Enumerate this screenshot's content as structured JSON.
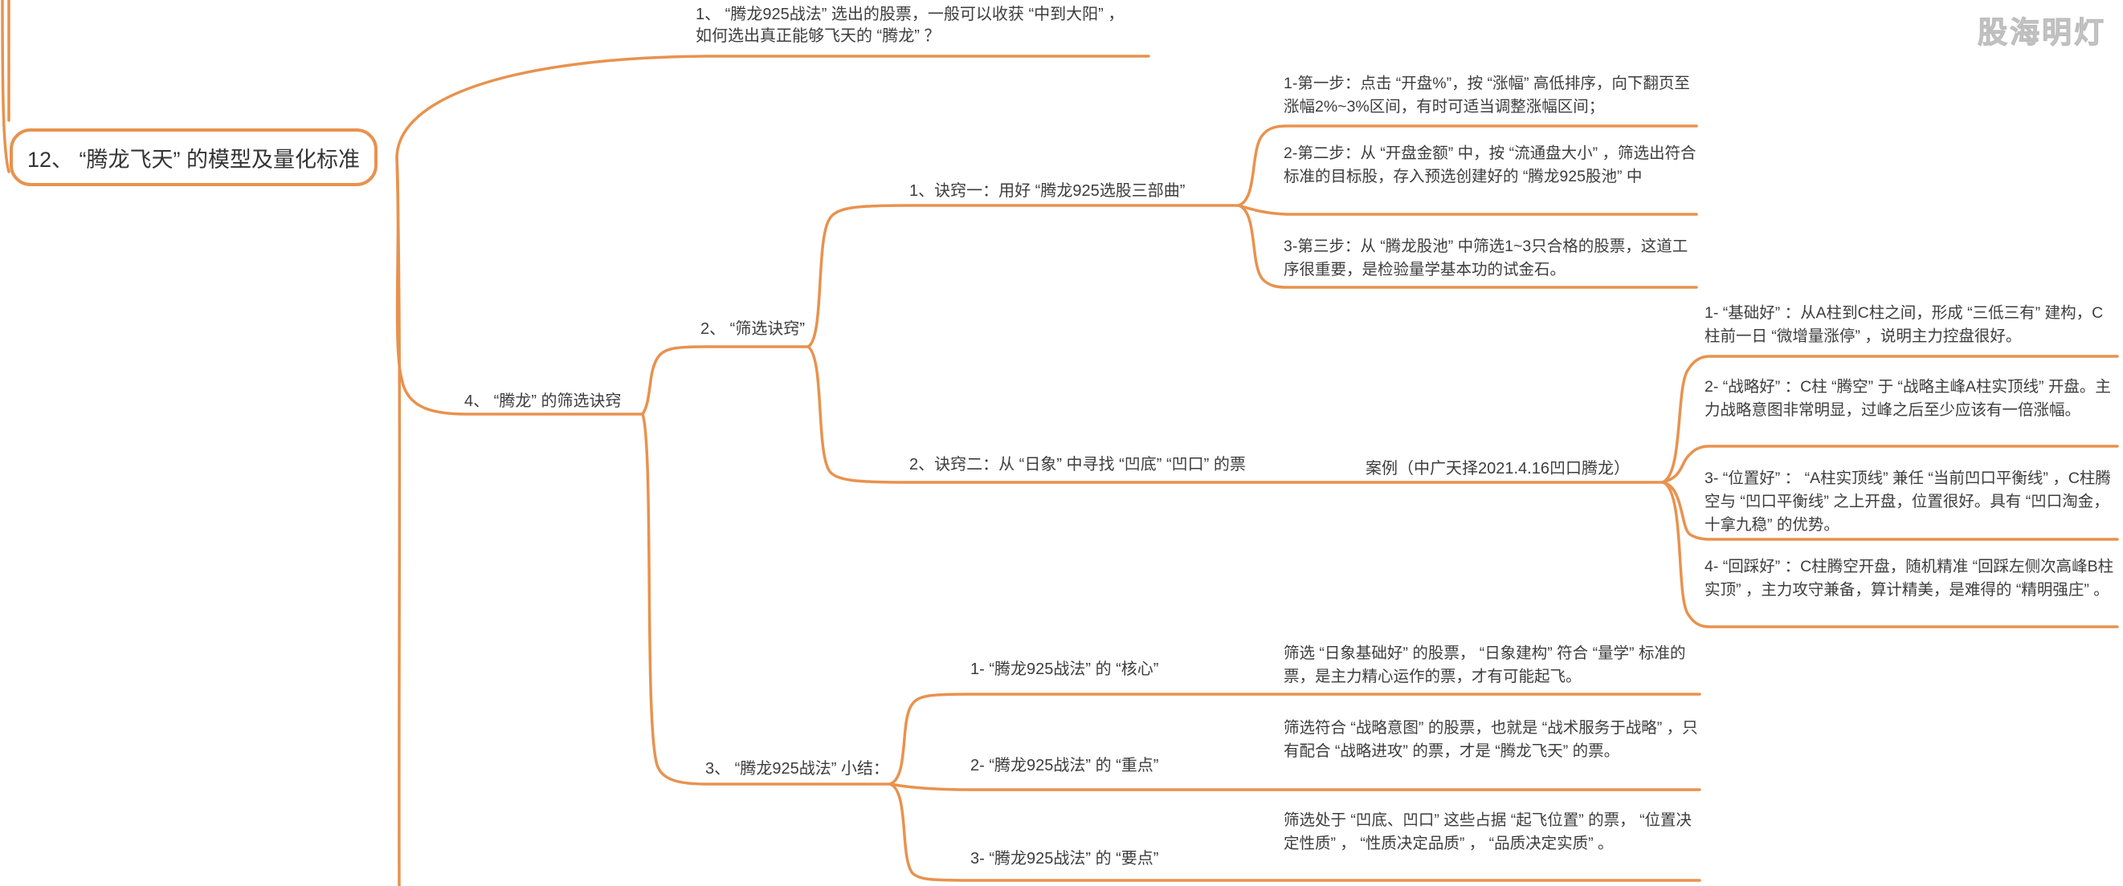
{
  "watermark": "股海明灯",
  "colors": {
    "branch": "#E8924E",
    "text": "#3D3D3D",
    "watermark": "#CFCFCF"
  },
  "root": {
    "label": "12、 “腾龙飞天” 的模型及量化标准"
  },
  "branches": {
    "question": {
      "text": "1、 “腾龙925战法” 选出的股票，一般可以收获 “中到大阳” ，如何选出真正能够飞天的 “腾龙” ？"
    },
    "node4": {
      "label": "4、 “腾龙” 的筛选诀窍"
    },
    "filter": {
      "label": "2、 “筛选诀窍”"
    },
    "tip1": {
      "label": "1、诀窍一：用好 “腾龙925选股三部曲”",
      "steps": [
        {
          "text": "1-第一步：点击 “开盘%”，按 “涨幅” 高低排序，向下翻页至涨幅2%~3%区间，有时可适当调整涨幅区间；"
        },
        {
          "text": "2-第二步：从 “开盘金额” 中，按 “流通盘大小” ，筛选出符合标准的目标股，存入预选创建好的 “腾龙925股池” 中"
        },
        {
          "text": "3-第三步：从 “腾龙股池” 中筛选1~3只合格的股票，这道工序很重要，是检验量学基本功的试金石。"
        }
      ]
    },
    "tip2": {
      "label": "2、诀窍二：从 “日象” 中寻找 “凹底” “凹口” 的票",
      "case": "案例（中广天择2021.4.16凹口腾龙）",
      "points": [
        {
          "text": "1- “基础好” ：从A柱到C柱之间，形成 “三低三有” 建构，C柱前一日 “微增量涨停” ，说明主力控盘很好。"
        },
        {
          "text": "2- “战略好” ：C柱 “腾空” 于 “战略主峰A柱实顶线” 开盘。主力战略意图非常明显，过峰之后至少应该有一倍涨幅。"
        },
        {
          "text": "3- “位置好” ： “A柱实顶线” 兼任 “当前凹口平衡线” ，C柱腾空与 “凹口平衡线” 之上开盘，位置很好。具有 “凹口淘金，十拿九稳” 的优势。"
        },
        {
          "text": "4- “回踩好” ：C柱腾空开盘，随机精准 “回踩左侧次高峰B柱实顶” ，主力攻守兼备，算计精美，是难得的 “精明强庄” 。"
        }
      ]
    },
    "summary": {
      "label": "3、 “腾龙925战法” 小结：",
      "items": [
        {
          "label": "1- “腾龙925战法” 的 “核心”",
          "text": "筛选 “日象基础好” 的股票， “日象建构” 符合 “量学” 标准的票，是主力精心运作的票，才有可能起飞。"
        },
        {
          "label": "2- “腾龙925战法” 的 “重点”",
          "text": "筛选符合 “战略意图” 的股票，也就是 “战术服务于战略” ，只有配合 “战略进攻” 的票，才是 “腾龙飞天” 的票。"
        },
        {
          "label": "3- “腾龙925战法” 的 “要点”",
          "text": "筛选处于 “凹底、凹口” 这些占据 “起飞位置” 的票， “位置决定性质” ， “性质决定品质” ， “品质决定实质” 。"
        }
      ]
    }
  }
}
